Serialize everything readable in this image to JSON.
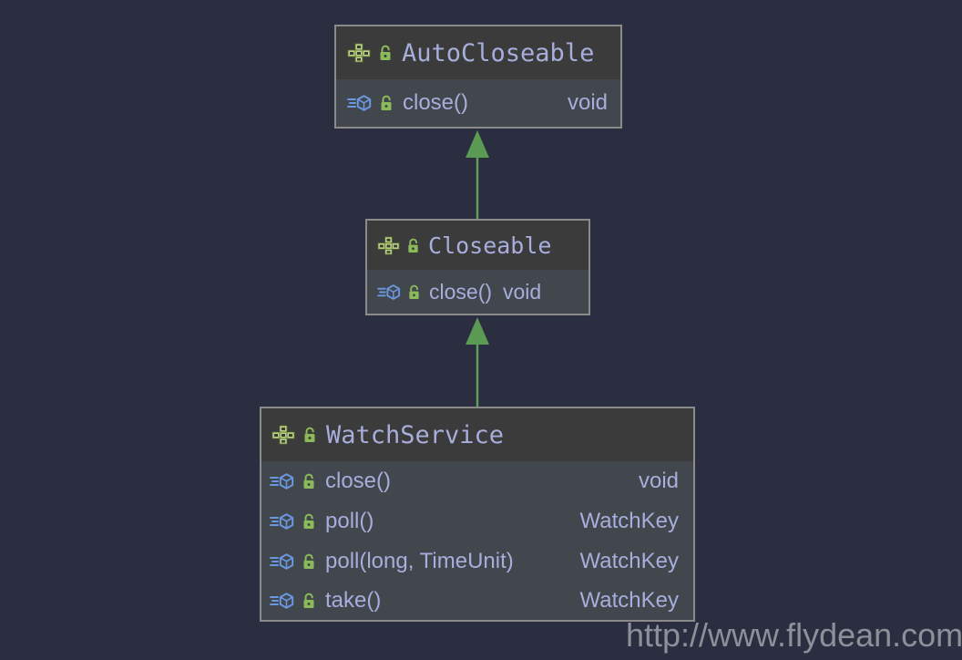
{
  "diagram": {
    "type": "uml-class-diagram",
    "background_color": "#2b2e40",
    "box_border_color": "#8b8b8b",
    "header_bg_color": "#3b3b3b",
    "body_bg_color": "#42464d",
    "text_color": "#a7aedc",
    "arrow_color": "#61a05a",
    "icon_interface_color": "#b9d380",
    "icon_lock_color": "#8cb95a",
    "icon_method_color": "#6a97e0"
  },
  "classes": [
    {
      "id": "autocloseable",
      "name": "AutoCloseable",
      "stereotype_icon": "interface-icon",
      "visibility_icon": "unlocked-padlock-icon",
      "members": [
        {
          "member_icon": "method-icon",
          "visibility_icon": "unlocked-padlock-icon",
          "name": "close()",
          "type": "void",
          "align": "spread"
        }
      ]
    },
    {
      "id": "closeable",
      "name": "Closeable",
      "stereotype_icon": "interface-icon",
      "visibility_icon": "unlocked-padlock-icon",
      "members": [
        {
          "member_icon": "method-icon",
          "visibility_icon": "unlocked-padlock-icon",
          "name": "close()",
          "type": "void",
          "align": "inline"
        }
      ]
    },
    {
      "id": "watchservice",
      "name": "WatchService",
      "stereotype_icon": "interface-icon",
      "visibility_icon": "unlocked-padlock-icon",
      "members": [
        {
          "member_icon": "method-icon",
          "visibility_icon": "unlocked-padlock-icon",
          "name": "close()",
          "type": "void",
          "align": "spread"
        },
        {
          "member_icon": "method-icon",
          "visibility_icon": "unlocked-padlock-icon",
          "name": "poll()",
          "type": "WatchKey",
          "align": "spread"
        },
        {
          "member_icon": "method-icon",
          "visibility_icon": "unlocked-padlock-icon",
          "name": "poll(long, TimeUnit)",
          "type": "WatchKey",
          "align": "spread"
        },
        {
          "member_icon": "method-icon",
          "visibility_icon": "unlocked-padlock-icon",
          "name": "take()",
          "type": "WatchKey",
          "align": "spread"
        }
      ]
    }
  ],
  "relations": [
    {
      "from": "closeable",
      "to": "autocloseable",
      "kind": "generalization"
    },
    {
      "from": "watchservice",
      "to": "closeable",
      "kind": "generalization"
    }
  ],
  "watermark": {
    "text": "http://www.flydean.com"
  }
}
